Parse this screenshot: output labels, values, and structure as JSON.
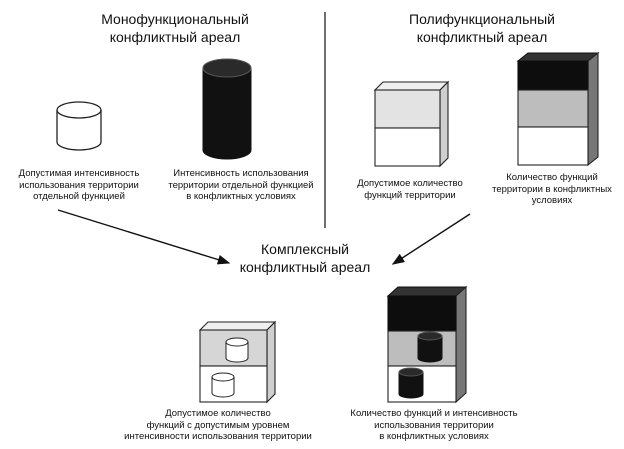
{
  "headings": {
    "mono": "Монофункциональный\nконфликтный ареал",
    "poly": "Полифункциональный\nконфликтный ареал",
    "complex": "Комплексный\nконфликтный ареал"
  },
  "captions": {
    "mono_white": "Допустимая интенсивность\nиспользования территории\nотдельной функцией",
    "mono_black": "Интенсивность использования\nтерритории отдельной функцией\nв конфликтных условиях",
    "poly_two": "Допустимое количество\nфункций территории",
    "poly_three": "Количество функций\nтерритории в конфликтных\nусловиях",
    "complex_left": "Допустимое количество\nфункций с допустимым уровнем\nинтенсивности использования территории",
    "complex_right": "Количество функций и интенсивность\nиспользования  территории\nв конфликтных условиях"
  },
  "colors": {
    "black": "#111111",
    "dark_gray": "#3a3a3a",
    "mid_gray": "#bdbdbd",
    "light_gray": "#e6e6e6",
    "white": "#ffffff",
    "stroke": "#222222"
  }
}
